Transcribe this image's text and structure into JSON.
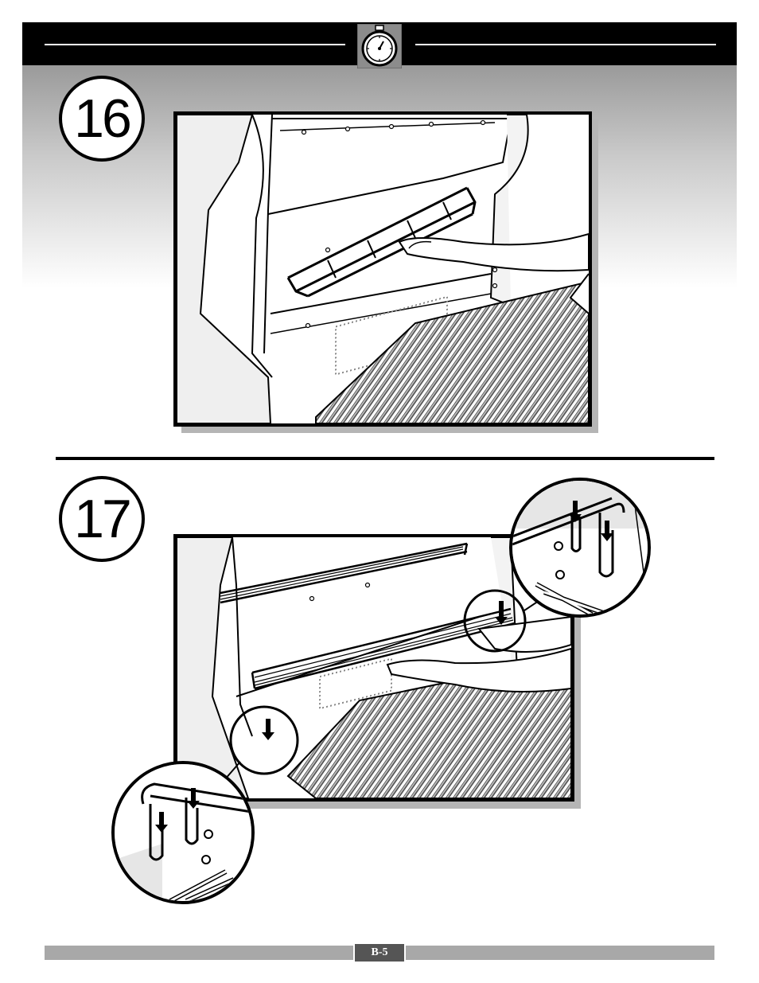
{
  "steps": [
    {
      "number": "16"
    },
    {
      "number": "17"
    }
  ],
  "footer": {
    "page_number": "B-5"
  },
  "icons": {
    "header": "stopwatch-icon"
  },
  "colors": {
    "header": "#000000",
    "footer_bar": "#a8a8a8",
    "page_box": "#555555"
  }
}
